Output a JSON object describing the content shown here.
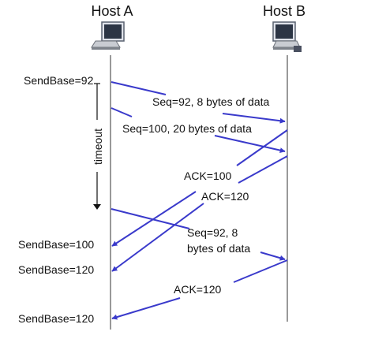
{
  "hosts": {
    "a": "Host A",
    "b": "Host B"
  },
  "timer_label": "timeout",
  "sendbase": [
    "SendBase=92",
    "SendBase=100",
    "SendBase=120",
    "SendBase=120"
  ],
  "segments": {
    "seq92": "Seq=92, 8 bytes of data",
    "seq100": "Seq=100, 20 bytes of data",
    "ack100": "ACK=100",
    "ack120": "ACK=120",
    "retx_line1": "Seq=92,  8",
    "retx_line2": "bytes of data",
    "ack120_final": "ACK=120"
  },
  "colors": {
    "arrow": "#3a3acb",
    "timeline": "#333333",
    "text": "#111111"
  }
}
